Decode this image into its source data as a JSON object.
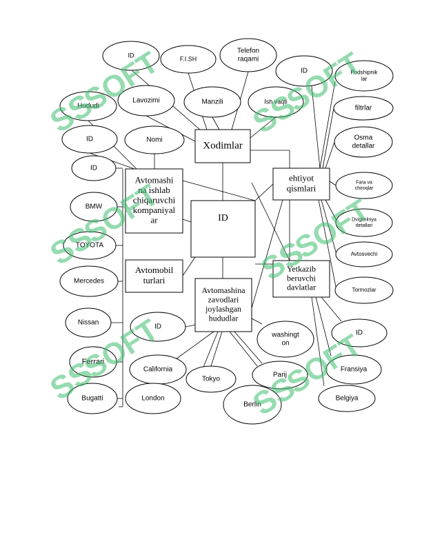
{
  "colors": {
    "watermark": "#3fbf6f",
    "stroke": "#000000"
  },
  "watermark": {
    "letters": "SS",
    "word": "SOFT"
  },
  "entities": {
    "xodimlar": [
      "Xodimlar"
    ],
    "avtomashina_kompaniya": [
      "Avtomashi",
      "na ishlab",
      "chiqaruvchi",
      "kompaniyal",
      "ar"
    ],
    "ehtiyot_qismlari": [
      "ehtiyot",
      "qismlari"
    ],
    "center_id": [
      "ID"
    ],
    "avtomobil_turlari": [
      "Avtomobil",
      "turlari"
    ],
    "yetkazib_beruvchi": [
      "Yetkazib",
      "beruvchi",
      "davlatlar"
    ],
    "zavod_hududlar": [
      "Avtomashina",
      "zavodlari",
      "joylashgan",
      "hududlar"
    ]
  },
  "attributes": {
    "x_id": [
      "ID"
    ],
    "x_fish": [
      "F.I.SH"
    ],
    "x_telefon": [
      "Telefon",
      "raqami"
    ],
    "x_lavozimi": [
      "Lavozimi"
    ],
    "x_manzili": [
      "Manzili"
    ],
    "x_ishvaqti": [
      "Ish vaqti"
    ],
    "k_hududi": [
      "Hududi"
    ],
    "k_id": [
      "ID"
    ],
    "k_nomi": [
      "Nomi"
    ],
    "t_id": [
      "ID"
    ],
    "t_bmw": [
      "BMW"
    ],
    "t_toyota": [
      "TOYOTA"
    ],
    "t_mercedes": [
      "Mercedes"
    ],
    "t_nissan": [
      "Nissan"
    ],
    "t_ferrari": [
      "Ferrari"
    ],
    "t_bugatti": [
      "Bugatti"
    ],
    "e_id": [
      "ID"
    ],
    "e_podshipnik": [
      "Podshipnik",
      "lar"
    ],
    "e_filtrlar": [
      "filtrlar"
    ],
    "e_osma": [
      "Osma",
      "detallar"
    ],
    "e_faralar": [
      "Fara va",
      "chiroqlar"
    ],
    "e_dvigatel": [
      "Dvigitelniya",
      "detallari"
    ],
    "e_avtosvechi": [
      "Avtosvechi"
    ],
    "e_tormozlar": [
      "Tormozlar"
    ],
    "y_id": [
      "ID"
    ],
    "y_fransiya": [
      "Fransiya"
    ],
    "y_belgiya": [
      "Belgiya"
    ],
    "h_id": [
      "ID"
    ],
    "h_washington": [
      "washingt",
      "on"
    ],
    "h_california": [
      "California"
    ],
    "h_tokyo": [
      "Tokyo"
    ],
    "h_parij": [
      "Parij"
    ],
    "h_london": [
      "London"
    ],
    "h_berlin": [
      "Berlin"
    ]
  }
}
